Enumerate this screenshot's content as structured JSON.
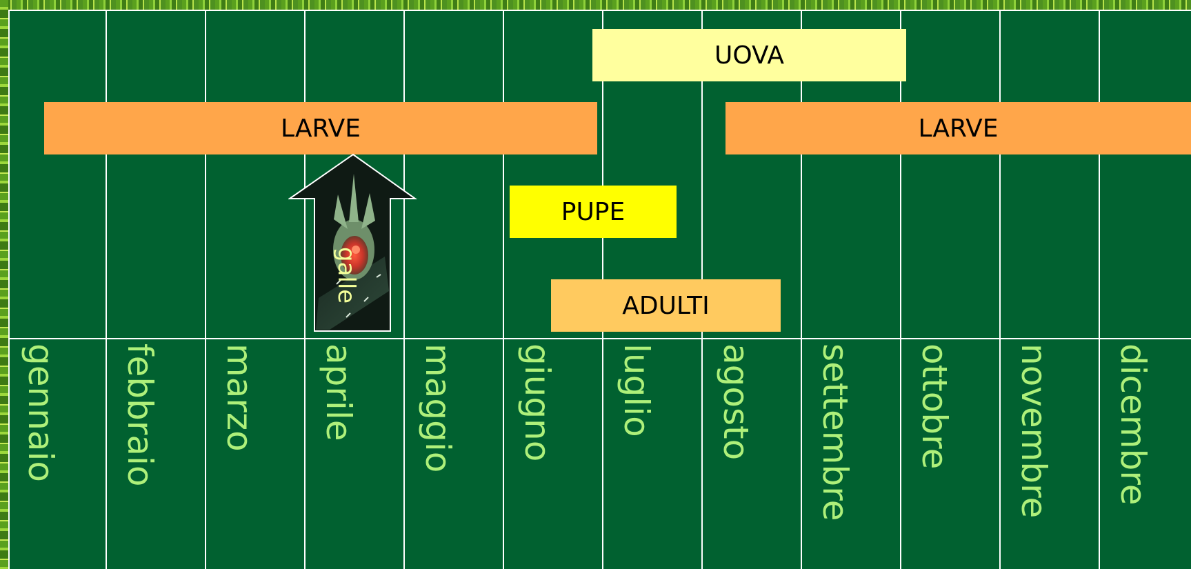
{
  "months": [
    "gennaio",
    "febbraio",
    "marzo",
    "aprile",
    "maggio",
    "giugno",
    "luglio",
    "agosto",
    "settembre",
    "ottobre",
    "novembre",
    "dicembre"
  ],
  "phases": {
    "uova": "UOVA",
    "larve_1": "LARVE",
    "larve_2": "LARVE",
    "pupe": "PUPE",
    "adulti": "ADULTI"
  },
  "annotation": {
    "galle": "galle",
    "icon": "gall-photo-icon"
  },
  "colors": {
    "table_bg": "#016130",
    "grid": "#ffffff",
    "month_text": "#aef07a",
    "uova": "#ffff9e",
    "larve": "#ffa64a",
    "pupe": "#ffff00",
    "adulti": "#ffca5f"
  }
}
